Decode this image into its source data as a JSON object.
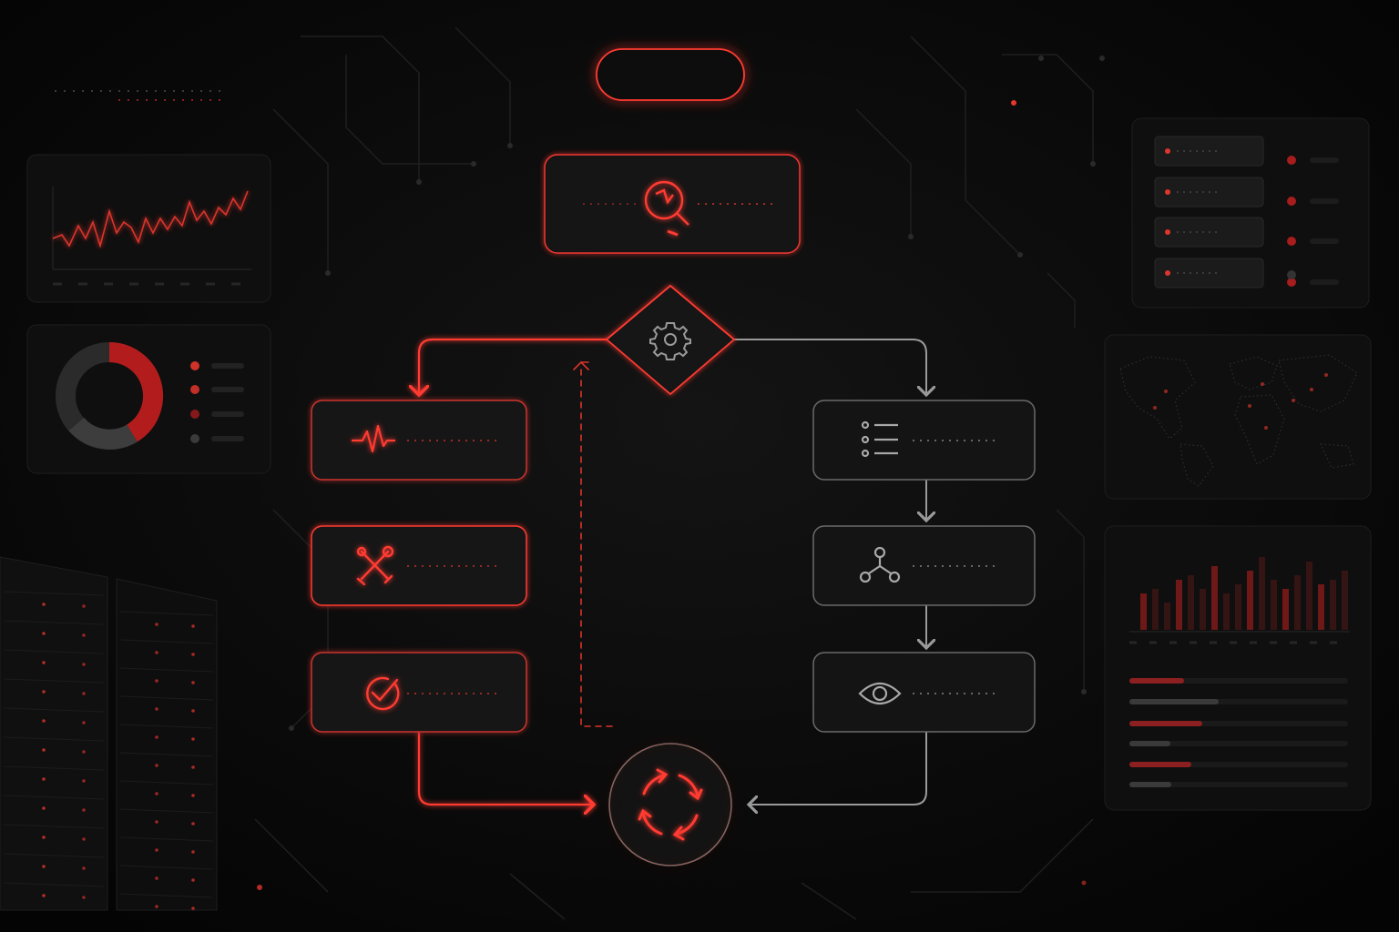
{
  "diagram": {
    "type": "flowchart",
    "accent_color": "#ff3b30",
    "neutral_color": "#8a8a8a",
    "nodes": [
      {
        "id": "start",
        "shape": "pill",
        "icon": "none",
        "text": ""
      },
      {
        "id": "analyze",
        "shape": "box",
        "icon": "search-analytics-icon",
        "text": ""
      },
      {
        "id": "decision",
        "shape": "diamond",
        "icon": "gear-icon",
        "text": ""
      },
      {
        "id": "monitor",
        "shape": "box",
        "icon": "heartbeat-icon",
        "text": ""
      },
      {
        "id": "fix",
        "shape": "box",
        "icon": "tools-icon",
        "text": ""
      },
      {
        "id": "verify",
        "shape": "box",
        "icon": "check-circle-icon",
        "text": ""
      },
      {
        "id": "list",
        "shape": "box",
        "icon": "list-icon",
        "text": ""
      },
      {
        "id": "network",
        "shape": "box",
        "icon": "network-icon",
        "text": ""
      },
      {
        "id": "observe",
        "shape": "box",
        "icon": "eye-icon",
        "text": ""
      },
      {
        "id": "cycle",
        "shape": "circle",
        "icon": "refresh-cycle-icon",
        "text": ""
      }
    ],
    "edges": [
      {
        "from": "start",
        "to": "analyze",
        "style": "solid",
        "color": "red"
      },
      {
        "from": "analyze",
        "to": "decision",
        "style": "solid",
        "color": "red"
      },
      {
        "from": "decision",
        "to": "monitor",
        "style": "solid",
        "color": "red"
      },
      {
        "from": "decision",
        "to": "list",
        "style": "solid",
        "color": "gray"
      },
      {
        "from": "decision",
        "to": "cycle",
        "style": "solid",
        "color": "red"
      },
      {
        "from": "monitor",
        "to": "fix",
        "style": "solid",
        "color": "red"
      },
      {
        "from": "fix",
        "to": "verify",
        "style": "solid",
        "color": "red"
      },
      {
        "from": "verify",
        "to": "cycle",
        "style": "solid",
        "color": "red"
      },
      {
        "from": "list",
        "to": "network",
        "style": "solid",
        "color": "gray"
      },
      {
        "from": "network",
        "to": "observe",
        "style": "solid",
        "color": "gray"
      },
      {
        "from": "observe",
        "to": "cycle",
        "style": "solid",
        "color": "gray"
      },
      {
        "from": "cycle",
        "to": "decision",
        "style": "dashed",
        "color": "red"
      }
    ]
  },
  "background_panels": [
    {
      "id": "line-chart-panel",
      "icon": "line-chart-icon"
    },
    {
      "id": "donut-chart-panel",
      "icon": "donut-chart-icon"
    },
    {
      "id": "server-list-panel",
      "icon": "server-list-icon"
    },
    {
      "id": "world-map-panel",
      "icon": "world-map-icon"
    },
    {
      "id": "bar-chart-panel",
      "icon": "bar-chart-icon"
    },
    {
      "id": "server-rack",
      "icon": "server-rack-icon"
    }
  ]
}
